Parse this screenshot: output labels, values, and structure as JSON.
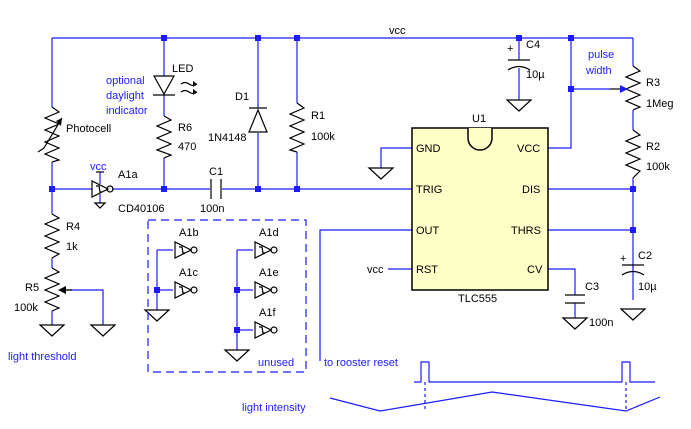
{
  "labels": {
    "vcc_top": "vcc",
    "photocell": "Photocell",
    "led_note": [
      "optional",
      "daylight",
      "indicator"
    ],
    "led": "LED",
    "r6_ref": "R6",
    "r6_val": "470",
    "d1_ref": "D1",
    "d1_val": "1N4148",
    "r1_ref": "R1",
    "r1_val": "100k",
    "c4_ref": "C4",
    "c4_val": "10µ",
    "pulse_width": [
      "pulse",
      "width"
    ],
    "r3_ref": "R3",
    "r3_val": "1Meg",
    "r2_ref": "R2",
    "r2_val": "100k",
    "u1_ref": "U1",
    "chip_name": "TLC555",
    "pins": {
      "gnd": "GND",
      "trig": "TRIG",
      "out": "OUT",
      "rst": "RST",
      "vcc": "VCC",
      "dis": "DIS",
      "thrs": "THRS",
      "cv": "CV"
    },
    "vcc_rst": "vcc",
    "vcc_a1a": "vcc",
    "a1a_ref": "A1a",
    "a1_part": "CD40106",
    "c1_ref": "C1",
    "c1_val": "100n",
    "r4_ref": "R4",
    "r4_val": "1k",
    "r5_ref": "R5",
    "r5_val": "100k",
    "light_threshold": "light threshold",
    "a1b": "A1b",
    "a1c": "A1c",
    "a1d": "A1d",
    "a1e": "A1e",
    "a1f": "A1f",
    "unused": "unused",
    "c3_ref": "C3",
    "c3_val": "100n",
    "c2_ref": "C2",
    "c2_val": "10µ",
    "rooster": "to rooster reset",
    "light_intensity": "light intensity",
    "plus1": "+",
    "plus2": "+"
  },
  "colors": {
    "wire": "#1c1cff",
    "component": "#000000",
    "chip_fill": "#ffffc8",
    "background": "#ffffff"
  }
}
